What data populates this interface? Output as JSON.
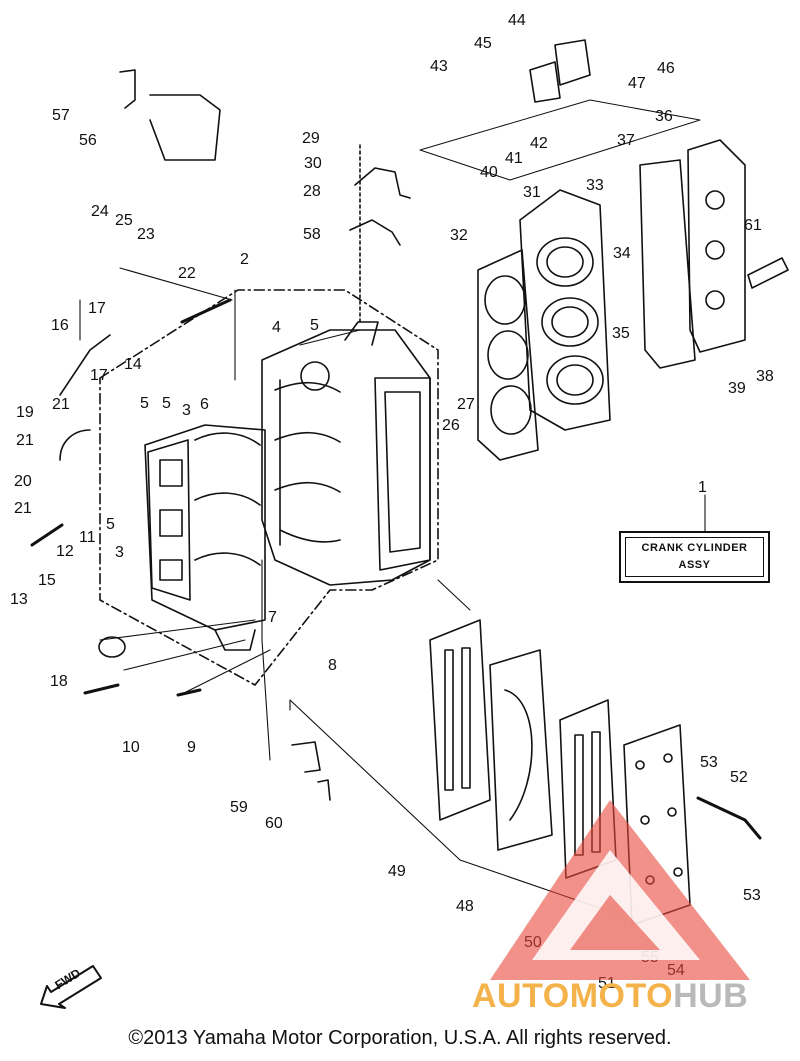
{
  "diagram": {
    "legend": {
      "line1": "CRANK CYLINDER",
      "line2": "ASSY"
    },
    "fwd_label": "FWD",
    "callouts": {
      "c1": "1",
      "c2": "2",
      "c3a": "3",
      "c3b": "3",
      "c4": "4",
      "c5a": "5",
      "c5b": "5",
      "c5c": "5",
      "c5d": "5",
      "c6": "6",
      "c7": "7",
      "c8": "8",
      "c9": "9",
      "c10": "10",
      "c11": "11",
      "c12": "12",
      "c13": "13",
      "c14": "14",
      "c15": "15",
      "c16": "16",
      "c17a": "17",
      "c17b": "17",
      "c18": "18",
      "c19": "19",
      "c20": "20",
      "c21a": "21",
      "c21b": "21",
      "c21c": "21",
      "c22": "22",
      "c23": "23",
      "c24": "24",
      "c25": "25",
      "c26": "26",
      "c27": "27",
      "c28": "28",
      "c29": "29",
      "c30": "30",
      "c31": "31",
      "c32": "32",
      "c33": "33",
      "c34": "34",
      "c35": "35",
      "c36": "36",
      "c37": "37",
      "c38": "38",
      "c39": "39",
      "c40": "40",
      "c41": "41",
      "c42": "42",
      "c43": "43",
      "c44": "44",
      "c45": "45",
      "c46": "46",
      "c47": "47",
      "c48": "48",
      "c49": "49",
      "c50": "50",
      "c51": "51",
      "c52": "52",
      "c53a": "53",
      "c53b": "53",
      "c54": "54",
      "c55": "55",
      "c56": "56",
      "c57": "57",
      "c58": "58",
      "c59": "59",
      "c60": "60",
      "c61": "61"
    }
  },
  "watermark": {
    "brand_part1": "AUTOMOTO",
    "brand_part2": "HUB",
    "colors": {
      "red": "#e8473c",
      "orange": "#f4b24a",
      "grey": "#b9b9b9"
    }
  },
  "footer": {
    "copyright": "©2013 Yamaha Motor Corporation, U.S.A. All rights reserved."
  }
}
